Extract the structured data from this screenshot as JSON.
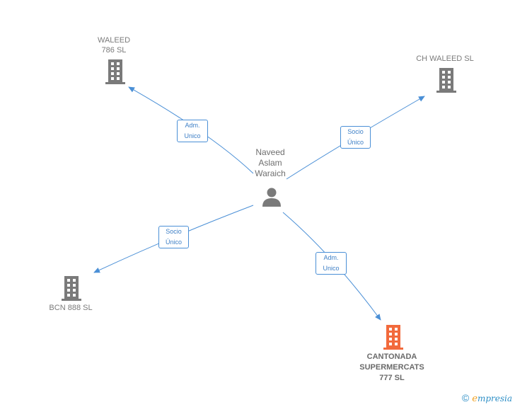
{
  "person": {
    "name": "Naveed\nAslam\nWaraich"
  },
  "companies": {
    "waleed": {
      "name": "WALEED\n786 SL"
    },
    "ch_waleed": {
      "name": "CH WALEED SL"
    },
    "bcn": {
      "name": "BCN 888  SL"
    },
    "cantonada": {
      "name": "CANTONADA\nSUPERMERCATS\n777  SL"
    }
  },
  "relations": {
    "waleed": {
      "line1": "Adm.",
      "line2": "Unico"
    },
    "ch_waleed": {
      "line1": "Socio",
      "line2": "Único"
    },
    "bcn": {
      "line1": "Socio",
      "line2": "Único"
    },
    "cantonada": {
      "line1": "Adm.",
      "line2": "Unico"
    }
  },
  "colors": {
    "edge": "#4a8fd6",
    "company": "#7a7a7a",
    "highlight": "#f26a3c",
    "person": "#7a7a7a"
  },
  "footer": {
    "copyright": "©",
    "brand_initial": "e",
    "brand_rest": "mpresia"
  }
}
